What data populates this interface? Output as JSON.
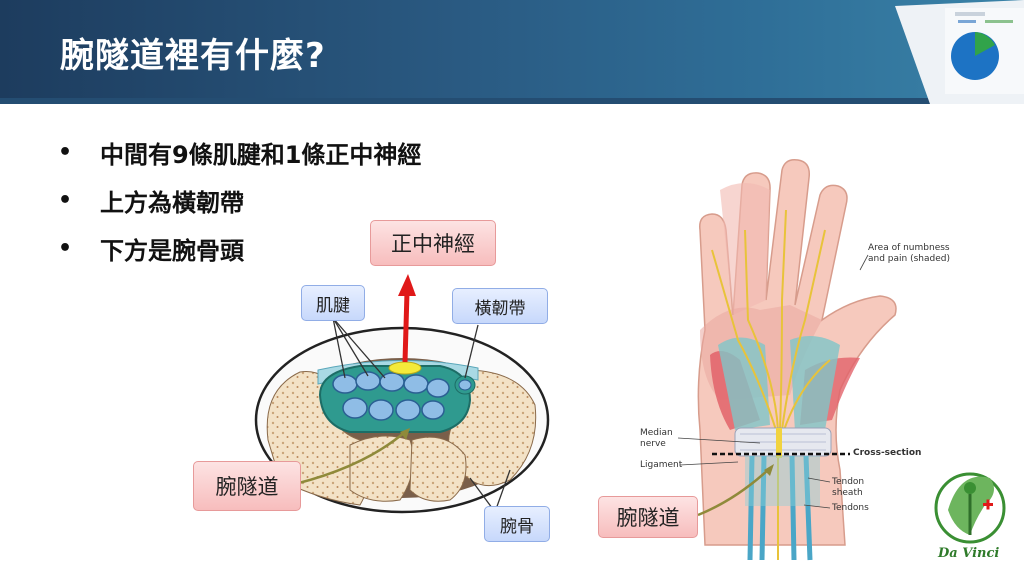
{
  "title": "腕隧道裡有什麼?",
  "bullets": [
    "中間有9條肌腱和1條正中神經",
    "上方為橫韌帶",
    "下方是腕骨頭"
  ],
  "left_diagram": {
    "median_nerve_label": "正中神經",
    "tendons_label": "肌腱",
    "ligament_label": "橫韌帶",
    "tunnel_label": "腕隧道",
    "carpal_bones_label": "腕骨"
  },
  "right_diagram": {
    "numbness_note_line1": "Area of numbness",
    "numbness_note_line2": "and pain (shaded)",
    "median_nerve_line1": "Median",
    "median_nerve_line2": "nerve",
    "ligament": "Ligament",
    "cross_section": "Cross-section",
    "tendon_sheath_line1": "Tendon",
    "tendon_sheath_line2": "sheath",
    "tendons": "Tendons",
    "tunnel_label": "腕隧道"
  },
  "logo": {
    "text": "Da Vinci"
  },
  "colors": {
    "header": "#2a5a82",
    "accent_red": "#e01919",
    "pink_label": "#f7bdbd",
    "blue_label": "#c7d8fb"
  }
}
